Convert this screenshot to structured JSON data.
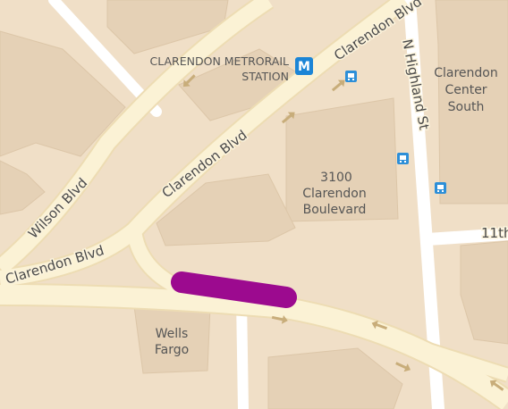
{
  "colors": {
    "land": "#f0dfc7",
    "building": "#e5d1b6",
    "building_edge": "#dcc6a8",
    "road_fill": "#fbf2d5",
    "road_edge": "#eddcb3",
    "minor_road": "#ffffff",
    "route": "#9c0a8f",
    "metro_icon": "#1b85d6",
    "bus_icon": "#2d8fd8",
    "text": "#555555"
  },
  "roads": {
    "clarendon_upper": "Clarendon Blvd",
    "clarendon_mid": "Clarendon Blvd",
    "clarendon_lower": "Clarendon Blvd",
    "wilson": "Wilson Blvd",
    "highland": "N Highland St",
    "eleventh": "11th"
  },
  "places": {
    "metro_line1": "CLARENDON METRORAIL",
    "metro_line2": "STATION",
    "metro_icon_letter": "M",
    "bldg_3100_l1": "3100",
    "bldg_3100_l2": "Clarendon",
    "bldg_3100_l3": "Boulevard",
    "center_l1": "Clarendon",
    "center_l2": "Center",
    "center_l3": "South",
    "wells_l1": "Wells",
    "wells_l2": "Fargo"
  },
  "icons": {
    "metro": "metro-station-icon",
    "bus": "bus-stop-icon",
    "arrow": "one-way-arrow-icon"
  }
}
